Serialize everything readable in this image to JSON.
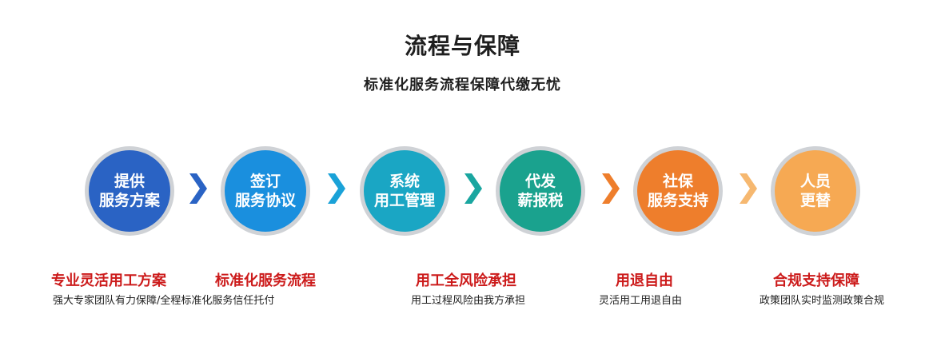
{
  "header": {
    "title": "流程与保障",
    "subtitle": "标准化服务流程保障代缴无忧"
  },
  "steps": [
    {
      "line1": "提供",
      "line2": "服务方案",
      "color": "#2a63c4"
    },
    {
      "line1": "签订",
      "line2": "服务协议",
      "color": "#1a8fde"
    },
    {
      "line1": "系统",
      "line2": "用工管理",
      "color": "#1aa6c4"
    },
    {
      "line1": "代发",
      "line2": "薪报税",
      "color": "#1aa28e"
    },
    {
      "line1": "社保",
      "line2": "服务支持",
      "color": "#ee7e2c"
    },
    {
      "line1": "人员",
      "line2": "更替",
      "color": "#f6a953"
    }
  ],
  "arrows": [
    {
      "color": "#2a63c4"
    },
    {
      "color": "#1aa2d8"
    },
    {
      "color": "#1aa6a0"
    },
    {
      "color": "#ee7e2c"
    },
    {
      "color": "#f6b870"
    }
  ],
  "features": [
    {
      "title": "专业灵活用工方案",
      "desc": "强大专家团队有力保障/全程标准化服务信任托付"
    },
    {
      "title": "标准化服务流程",
      "desc": ""
    },
    {
      "title": "用工全风险承担",
      "desc": "用工过程风险由我方承担"
    },
    {
      "title": "用退自由",
      "desc": "灵活用工用退自由"
    },
    {
      "title": "合规支持保障",
      "desc": "政策团队实时监测政策合规"
    }
  ]
}
